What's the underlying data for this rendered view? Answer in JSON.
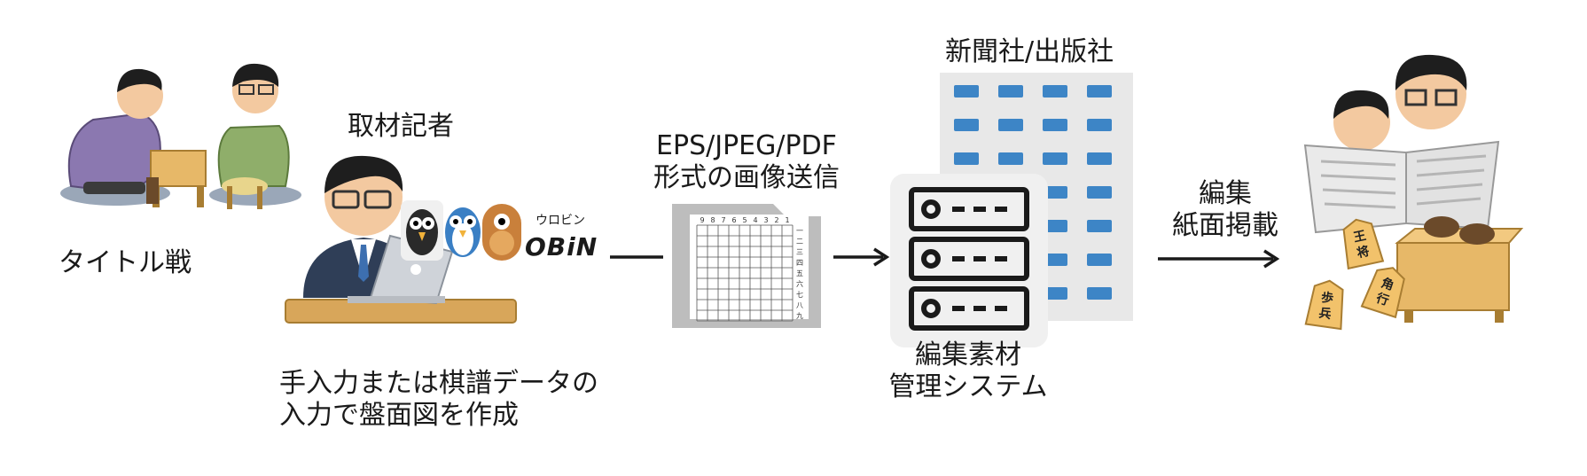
{
  "stage_title_match": "タイトル戦",
  "stage_reporter_title": "取材記者",
  "stage_reporter_caption": [
    "手入力または棋譜データの",
    "入力で盤面図を作成"
  ],
  "logo": {
    "ruby": "ウロビン",
    "word": "OBiN"
  },
  "format_caption": [
    "EPS/JPEG/PDF",
    "形式の画像送信"
  ],
  "board": {
    "file_numbers": [
      "9",
      "8",
      "7",
      "6",
      "5",
      "4",
      "3",
      "2",
      "1"
    ],
    "rank_numbers": [
      "一",
      "二",
      "三",
      "四",
      "五",
      "六",
      "七",
      "八",
      "九"
    ]
  },
  "publisher_label": "新聞社/出版社",
  "system_caption": [
    "編集素材",
    "管理システム"
  ],
  "edit_caption": [
    "編集",
    "紙面掲載"
  ],
  "shogi_pieces": [
    "王将",
    "歩兵",
    "角行"
  ],
  "colors": {
    "window": "#3d85c6",
    "building": "#e8e8e8",
    "server_bg": "#f0f0f0",
    "board": "#f2c26b"
  }
}
